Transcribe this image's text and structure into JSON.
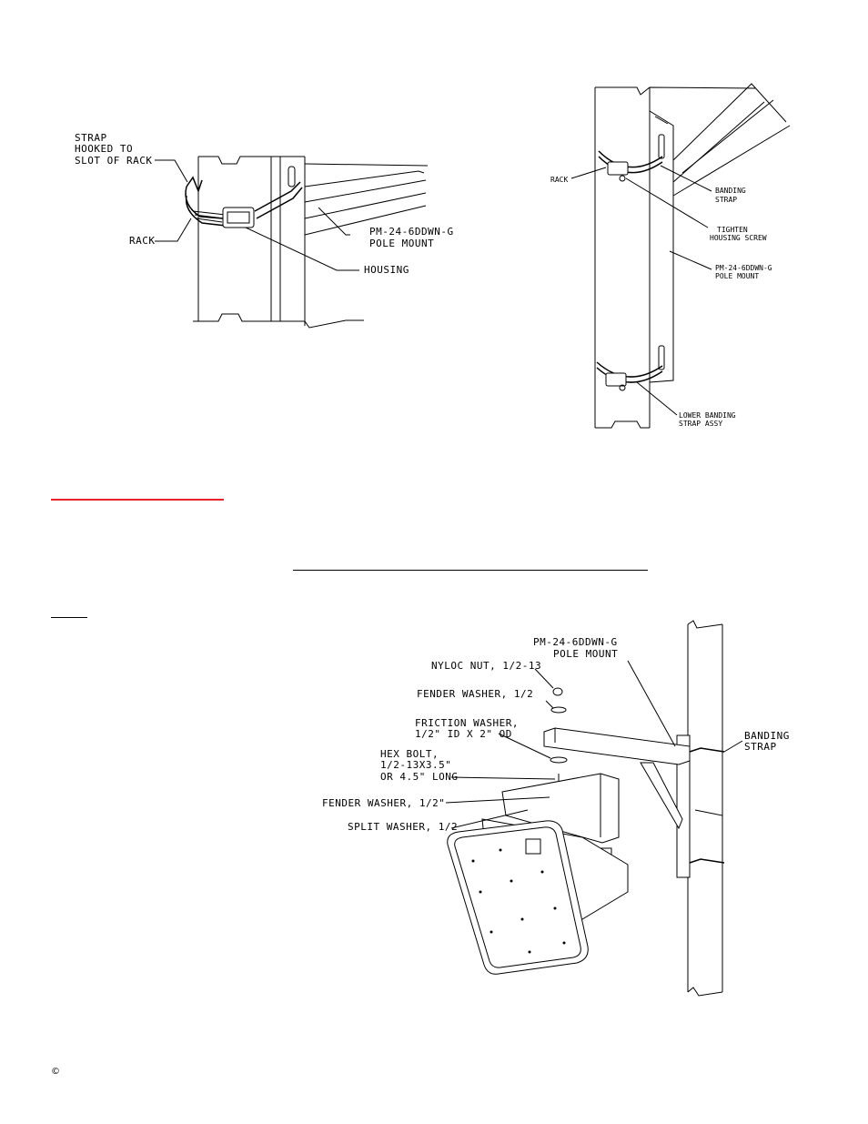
{
  "figure1": {
    "labels": {
      "strap_line1": "STRAP",
      "strap_line2": "HOOKED TO",
      "strap_line3": "SLOT OF RACK",
      "rack": "RACK",
      "pole_mount_line1": "PM-24-6DDWN-G",
      "pole_mount_line2": "POLE MOUNT",
      "housing": "HOUSING"
    }
  },
  "figure2": {
    "labels": {
      "rack": "RACK",
      "banding_line1": "BANDING",
      "banding_line2": "STRAP",
      "tighten_line1": "TIGHTEN",
      "tighten_line2": "HOUSING SCREW",
      "pole_mount_line1": "PM-24-6DDWN-G",
      "pole_mount_line2": "POLE MOUNT",
      "lower_line1": "LOWER BANDING",
      "lower_line2": "STRAP ASSY"
    }
  },
  "figure3": {
    "labels": {
      "pole_mount_line1": "PM-24-6DDWN-G",
      "pole_mount_line2": "POLE MOUNT",
      "nyloc_nut": "NYLOC NUT, 1/2-13",
      "fender_washer_top": "FENDER WASHER, 1/2",
      "friction_line1": "FRICTION WASHER,",
      "friction_line2": "1/2\" ID X 2\" OD",
      "hex_line1": "HEX BOLT,",
      "hex_line2": "1/2-13X3.5\"",
      "hex_line3": "OR 4.5\" LONG",
      "fender_washer_bottom": "FENDER WASHER, 1/2\"",
      "split_washer": "SPLIT WASHER, 1/2",
      "banding_line1": "BANDING",
      "banding_line2": "STRAP"
    }
  },
  "footer": {
    "copyright_symbol": "©"
  }
}
